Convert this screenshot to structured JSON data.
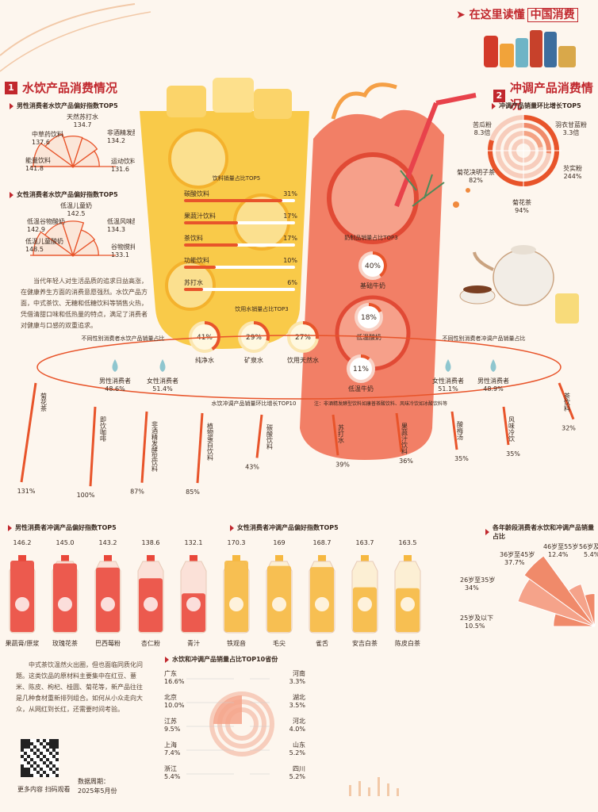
{
  "header": {
    "title": "在这里读懂",
    "title_highlight": "中国消费"
  },
  "sections": {
    "water": {
      "num": "1",
      "title": "水饮产品消费情况"
    },
    "brew": {
      "num": "2",
      "title": "冲调产品消费情况"
    }
  },
  "paragraphs": {
    "p1": "当代年轻人对生活品质的追求日益高涨，在健康养生方面的消费意愿强烈。水饮产品方面，中式茶饮、无糖和低糖饮料等销售火热，凭借清甜口味和低热量的特点，满足了消费者对健康与口感的双重追求。",
    "p2": "中式茶饮温然火出圈，但也面临同质化问题。这类饮品的原材料主要集中在红豆、薏米、陈皮、枸杞、桂圆、菊花等，新产品往往是几种食材重新排列组合。如何从小众走向大众，从网红到长红，还需要时间考验。"
  },
  "footer": {
    "qr_caption": "更多内容 扫码观看",
    "date_label": "数据周期：",
    "date_value": "2025年5月份"
  },
  "chart_data": [
    {
      "id": "male_water_top5",
      "type": "pie",
      "title": "男性消费者水饮产品偏好指数TOP5",
      "categories": [
        "能量饮料",
        "中草药饮料",
        "天然苏打水",
        "非酒精发酵型饮料",
        "运动饮料"
      ],
      "values": [
        141.8,
        137.6,
        134.7,
        134.2,
        131.6
      ]
    },
    {
      "id": "female_water_top5",
      "type": "pie",
      "title": "女性消费者水饮产品偏好指数TOP5",
      "categories": [
        "低温儿童酸奶",
        "低温谷物酸奶",
        "低温儿童奶",
        "低温风味酸奶",
        "谷物搅拌酸奶"
      ],
      "values": [
        148.5,
        142.9,
        142.5,
        134.3,
        133.1
      ]
    },
    {
      "id": "drink_sales_top5",
      "type": "bar",
      "title": "饮料销量占比TOP5",
      "categories": [
        "碳酸饮料",
        "果蔬汁饮料",
        "茶饮料",
        "功能饮料",
        "苏打水"
      ],
      "values": [
        31,
        17,
        17,
        10,
        6
      ],
      "unit": "%"
    },
    {
      "id": "water_sales_top3",
      "type": "pie",
      "title": "饮用水销量占比TOP3",
      "categories": [
        "纯净水",
        "矿泉水",
        "饮用天然水"
      ],
      "values": [
        41,
        29,
        27
      ],
      "unit": "%"
    },
    {
      "id": "milktea_sales_top3",
      "type": "pie",
      "title": "奶制品销量占比TOP3",
      "categories": [
        "基础牛奶",
        "低温酸奶",
        "低温牛奶"
      ],
      "values": [
        40,
        18,
        11
      ],
      "unit": "%"
    },
    {
      "id": "brew_growth_top5",
      "type": "pie",
      "title": "冲调产品销量环比增长TOP5",
      "categories": [
        "苦瓜粉",
        "羽衣甘蓝粉",
        "芡实粉",
        "菊花茶",
        "菊花决明子茶"
      ],
      "values": [
        8.3,
        3.3,
        244,
        94,
        82
      ],
      "unit": "倍/%",
      "labels": [
        "8.3倍",
        "3.3倍",
        "244%",
        "94%",
        "82%"
      ]
    },
    {
      "id": "gender_water",
      "type": "pie",
      "title": "不同性别消费者水饮产品销量占比",
      "categories": [
        "男性消费者",
        "女性消费者"
      ],
      "values": [
        48.6,
        51.4
      ],
      "unit": "%"
    },
    {
      "id": "gender_brew",
      "type": "pie",
      "title": "不同性别消费者冲调产品销量占比",
      "categories": [
        "女性消费者",
        "男性消费者"
      ],
      "values": [
        51.1,
        48.9
      ],
      "unit": "%"
    },
    {
      "id": "water_brew_growth_top10",
      "type": "bar",
      "title": "水饮冲调产品销量环比增长TOP10",
      "note": "注：非酒精发酵型饮料如康普茶酸饮料、风味冷饮如冰酸饮料等",
      "categories": [
        "菊花茶",
        "即饮咖啡",
        "非酒精发酵型饮料",
        "植物蛋白饮料",
        "碳酸饮料",
        "苏打水",
        "果蔬汁饮料",
        "酸梅汤",
        "风味冷饮",
        "茶饮料"
      ],
      "values": [
        131,
        100,
        87,
        85,
        43,
        39,
        36,
        35,
        35,
        32
      ],
      "labels": [
        "131%",
        "100%",
        "87%",
        "85%",
        "43%",
        "39%",
        "36%",
        "35%",
        "35%",
        "32%"
      ],
      "unit": "%"
    },
    {
      "id": "male_brew_top5",
      "type": "bar",
      "title": "男性消费者冲调产品偏好指数TOP5",
      "categories": [
        "果蔬膏/原浆",
        "玫瑰花茶",
        "巴西莓粉",
        "杏仁粉",
        "青汁"
      ],
      "values": [
        146.2,
        145.0,
        143.2,
        138.6,
        132.1
      ],
      "labels": [
        "146.2",
        "145.0",
        "143.2",
        "138.6",
        "132.1"
      ]
    },
    {
      "id": "female_brew_top5",
      "type": "bar",
      "title": "女性消费者冲调产品偏好指数TOP5",
      "categories": [
        "铁观音",
        "毛尖",
        "雀舌",
        "安吉白茶",
        "陈皮白茶"
      ],
      "values": [
        170.3,
        169,
        168.7,
        163.7,
        163.5
      ],
      "labels": [
        "170.3",
        "169",
        "168.7",
        "163.7",
        "163.5"
      ]
    },
    {
      "id": "age_share",
      "type": "pie",
      "title": "各年龄段消费者水饮和冲调产品销量占比",
      "categories": [
        "25岁及以下",
        "26岁至35岁",
        "36岁至45岁",
        "46岁至55岁",
        "56岁及以上"
      ],
      "values": [
        10.5,
        34.0,
        37.7,
        12.4,
        5.4
      ],
      "unit": "%"
    },
    {
      "id": "province_top10",
      "type": "pie",
      "title": "水饮和冲调产品销量占比TOP10省份",
      "categories": [
        "广东",
        "北京",
        "江苏",
        "上海",
        "浙江",
        "河南",
        "湖北",
        "河北",
        "山东",
        "四川"
      ],
      "values": [
        16.6,
        10.0,
        9.5,
        7.4,
        5.4,
        3.3,
        3.5,
        4.0,
        5.2,
        5.2
      ],
      "unit": "%"
    }
  ],
  "colors": {
    "accent": "#c1272d",
    "orange": "#e8542a",
    "light": "#f4b89a",
    "yellow": "#f7b733",
    "cream": "#fdf6ee"
  }
}
